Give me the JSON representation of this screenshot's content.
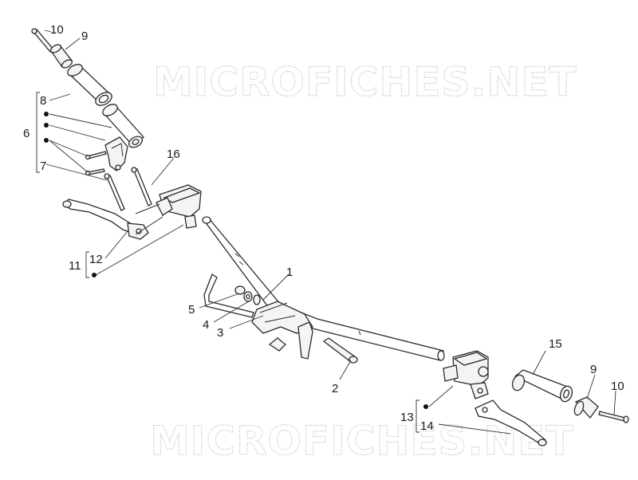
{
  "watermark": {
    "top": "MICROFICHES.NET",
    "bottom": "MICROFICHES.NET"
  },
  "callouts": {
    "c1": "1",
    "c2": "2",
    "c3": "3",
    "c4": "4",
    "c5": "5",
    "c6": "6",
    "c7": "7",
    "c8": "8",
    "c9_top": "9",
    "c10_top": "10",
    "c11": "11",
    "c12": "12",
    "c13": "13",
    "c14": "14",
    "c15": "15",
    "c16": "16",
    "c9_right": "9",
    "c10_right": "10"
  }
}
